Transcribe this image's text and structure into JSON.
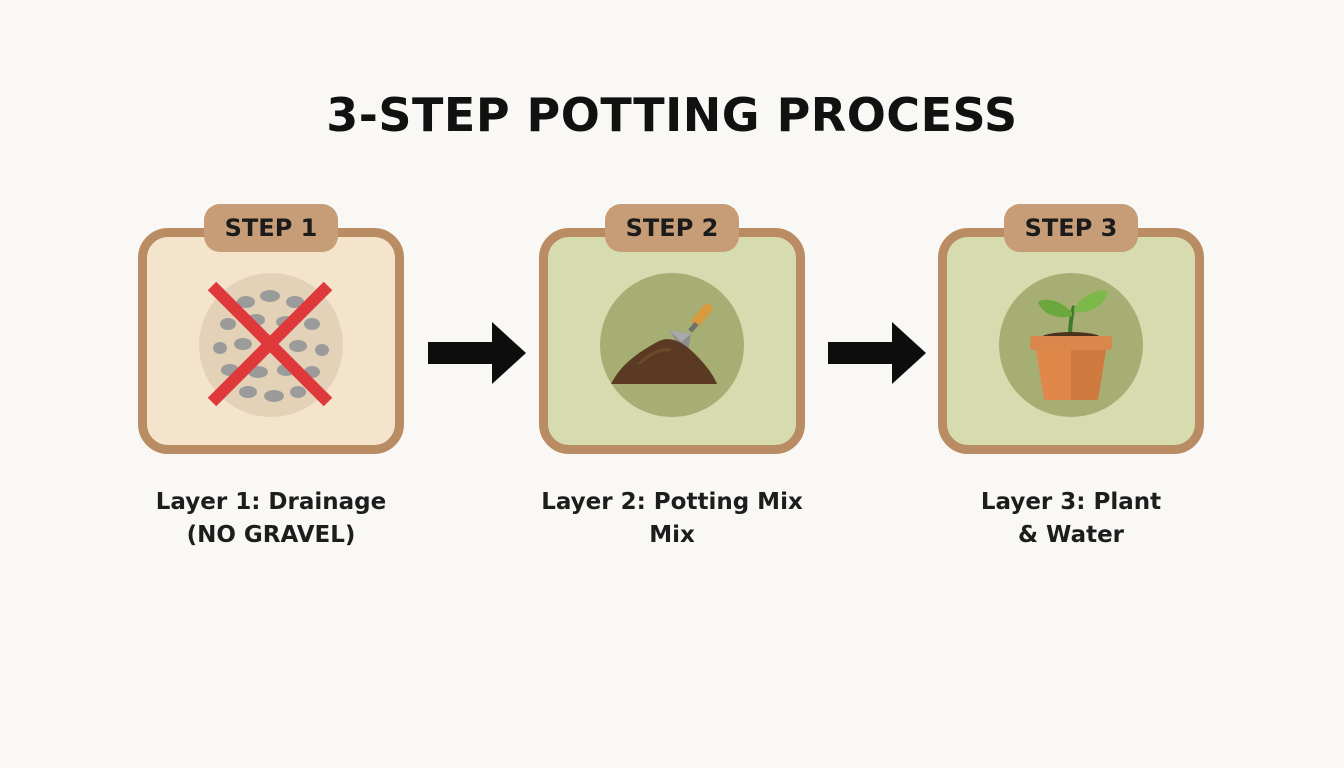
{
  "title": "3-STEP POTTING PROCESS",
  "steps": [
    {
      "badge": "STEP 1",
      "icon": "no-gravel-icon",
      "label_lines": [
        "Layer 1: Drainage",
        "(NO GRAVEL)"
      ]
    },
    {
      "badge": "STEP 2",
      "icon": "soil-trowel-icon",
      "label_lines": [
        "Layer 2: Potting Mix",
        "Mix"
      ]
    },
    {
      "badge": "STEP 3",
      "icon": "potted-seedling-icon",
      "label_lines": [
        "Layer 3: Plant",
        "& Water"
      ]
    }
  ],
  "colors": {
    "card_border": "#b98c63",
    "badge": "#c69d76",
    "card_step1": "#f5e4cc",
    "card_step2_3": "#d6dcaf",
    "cross": "#e0393c",
    "arrow": "#0d0d0d"
  }
}
